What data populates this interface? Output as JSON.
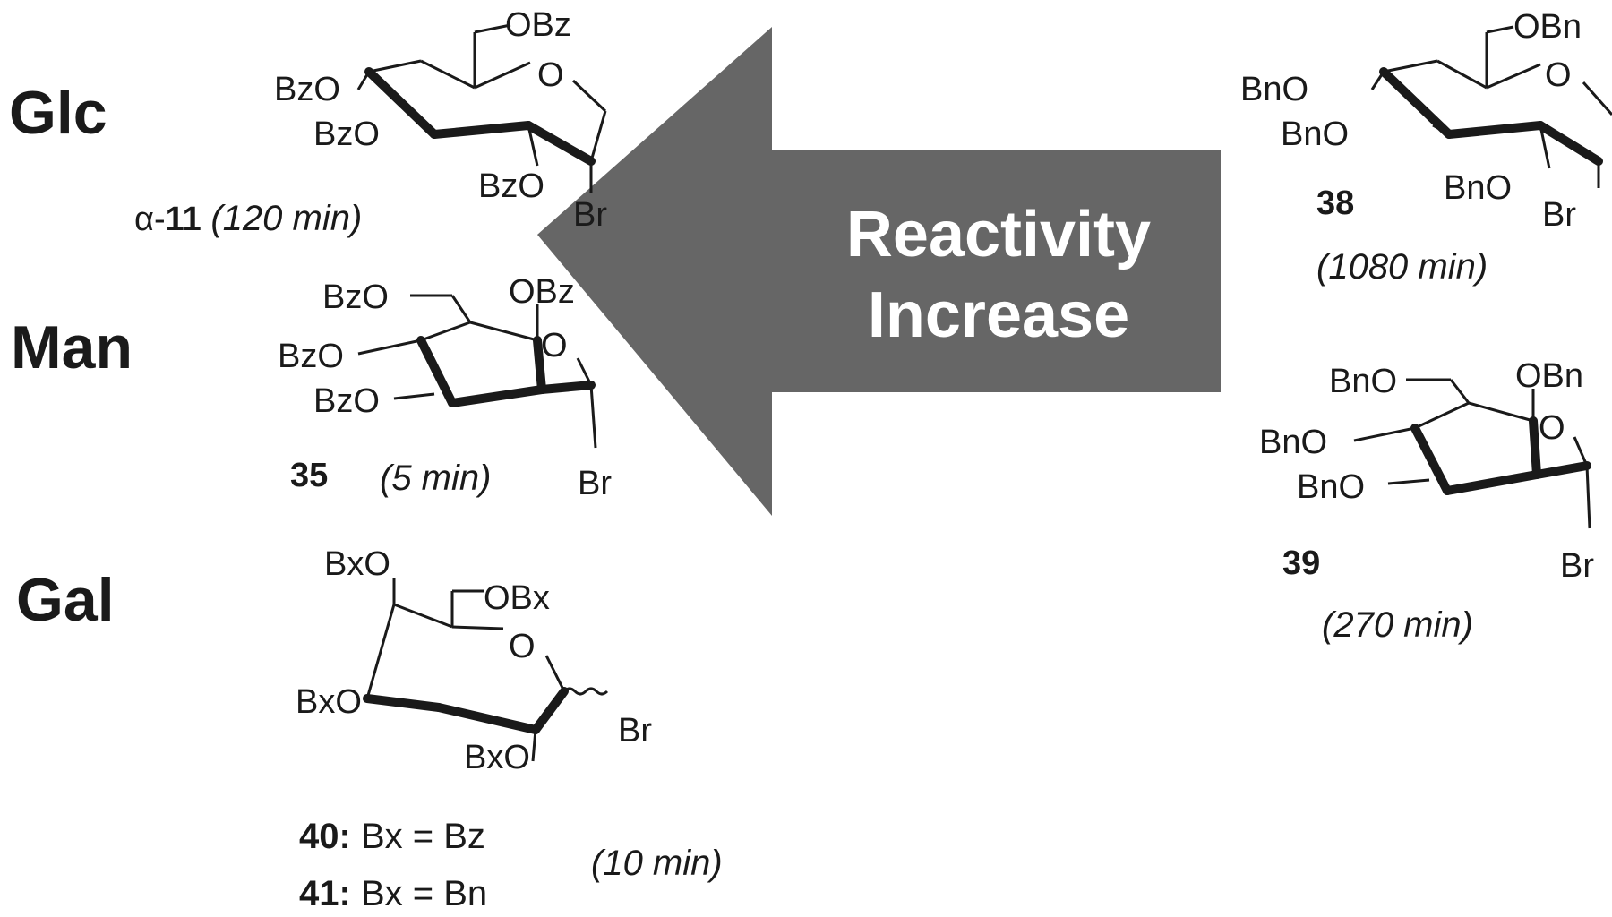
{
  "rows": {
    "glc": "Glc",
    "man": "Man",
    "gal": "Gal"
  },
  "arrow": {
    "line1": "Reactivity",
    "line2": "Increase",
    "color": "#666666"
  },
  "compounds": {
    "c11": {
      "prefix": "α-",
      "id": "11",
      "time": "(120 min)"
    },
    "c35": {
      "id": "35",
      "time": "(5 min)"
    },
    "c38": {
      "id": "38",
      "time": "(1080 min)"
    },
    "c39": {
      "id": "39",
      "time": "(270 min)"
    },
    "c40": {
      "id": "40:",
      "desc": "Bx = Bz"
    },
    "c41": {
      "id": "41:",
      "desc": "Bx = Bn"
    },
    "gal_time": "(10 min)"
  },
  "substituents": {
    "glc_bz": {
      "o6": "OBz",
      "o4": "BzO",
      "o3": "BzO",
      "o2": "BzO",
      "ring_o": "O",
      "x": "Br"
    },
    "man_bz": {
      "o6": "BzO",
      "o2": "OBz",
      "o4": "BzO",
      "o3": "BzO",
      "ring_o": "O",
      "x": "Br"
    },
    "gal_bx": {
      "o4": "BxO",
      "o6": "OBx",
      "o3": "BxO",
      "o2": "BxO",
      "ring_o": "O",
      "x": "Br"
    },
    "glc_bn": {
      "o6": "OBn",
      "o4": "BnO",
      "o3": "BnO",
      "o2": "BnO",
      "ring_o": "O",
      "x": "Br"
    },
    "man_bn": {
      "o6": "BnO",
      "o2": "OBn",
      "o4": "BnO",
      "o3": "BnO",
      "ring_o": "O",
      "x": "Br"
    }
  }
}
